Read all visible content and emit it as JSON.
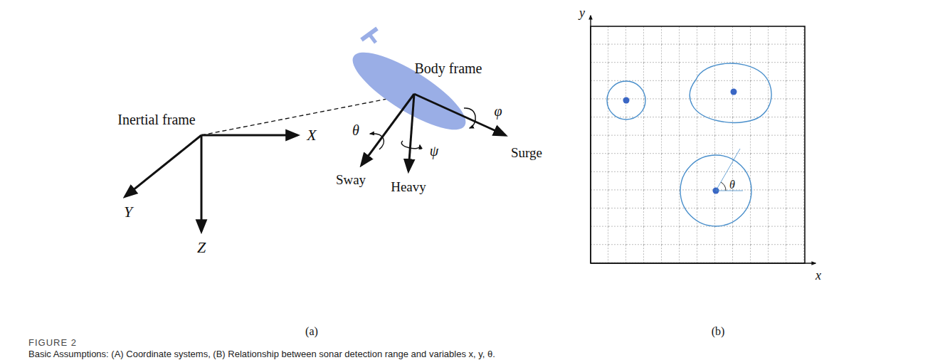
{
  "diagram": {
    "title": "FIGURE 2",
    "caption": "Basic Assumptions: (A) Coordinate systems, (B) Relationship between sonar detection range and variables x, y, θ.",
    "labels": [
      "Inertial frame",
      "X",
      "Y",
      "Z",
      "Body frame",
      "θ",
      "ψ",
      "φ",
      "Sway",
      "Heavy",
      "Surge",
      "(a)",
      "y",
      "x",
      "θ",
      "(b)"
    ]
  }
}
